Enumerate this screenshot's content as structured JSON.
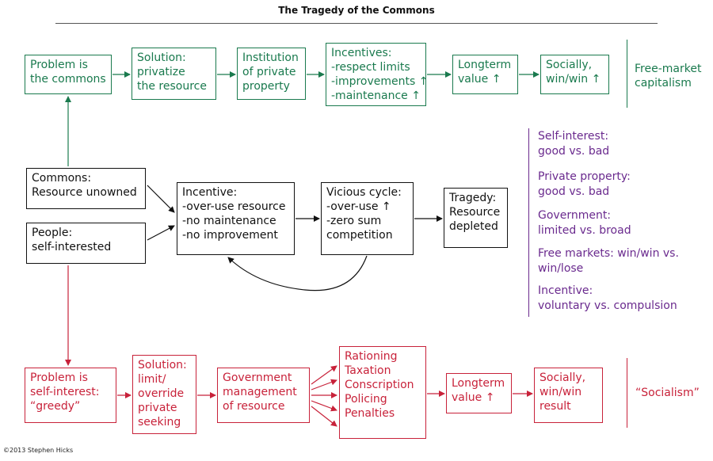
{
  "title": "The Tragedy of the Commons",
  "top_row": {
    "problem": "Problem is\nthe commons",
    "solution": "Solution:\nprivatize\nthe resource",
    "institution": "Institution\nof private\nproperty",
    "incentives": "Incentives:\n-respect limits\n-improvements ↑\n-maintenance ↑",
    "longterm": "Longterm\nvalue ↑",
    "social": "Socially,\nwin/win ↑",
    "label": "Free-market\ncapitalism"
  },
  "middle_row": {
    "commons": "Commons:\nResource unowned",
    "people": "People:\nself-interested",
    "incentive": "Incentive:\n-over-use resource\n-no maintenance\n-no improvement",
    "vicious": "Vicious cycle:\n-over-use ↑\n-zero sum\ncompetition",
    "tragedy": "Tragedy:\nResource\ndepleted"
  },
  "contrasts": [
    "Self-interest:\ngood vs. bad",
    "Private property:\ngood vs. bad",
    "Government:\nlimited vs. broad",
    "Free markets: win/win vs.\nwin/lose",
    "Incentive:\nvoluntary vs. compulsion"
  ],
  "bottom_row": {
    "problem": "Problem is\nself-interest:\n“greedy”",
    "solution": "Solution:\nlimit/\noverride\nprivate\nseeking",
    "government": "Government\nmanagement\nof resource",
    "measures": "Rationing\nTaxation\nConscription\nPolicing\nPenalties",
    "longterm": "Longterm\nvalue ↑",
    "social": "Socially,\nwin/win\nresult",
    "label": "“Socialism”"
  },
  "copyright": "©2013 Stephen Hicks",
  "colors": {
    "capitalism": "#1a7a4e",
    "neutral": "#111111",
    "socialism": "#c8223a",
    "contrast": "#6a2a8e"
  }
}
